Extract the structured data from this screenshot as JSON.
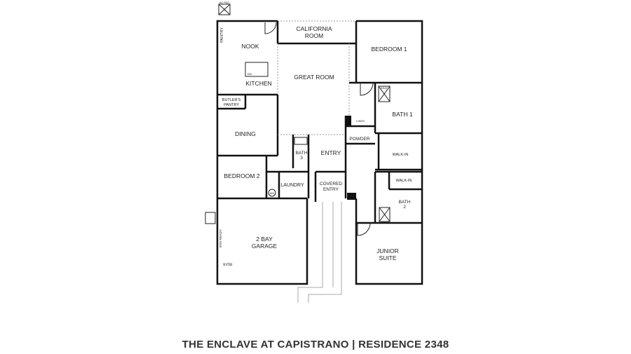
{
  "title": "THE ENCLAVE AT CAPISTRANO | RESIDENCE 2348",
  "rooms": {
    "california_room": [
      "CALIFORNIA",
      "ROOM"
    ],
    "nook": "NOOK",
    "kitchen": "KITCHEN",
    "great_room": "GREAT ROOM",
    "bedroom_1": "BEDROOM 1",
    "bath_1": "BATH 1",
    "butlers_pantry": [
      "BUTLER'S",
      "PANTRY"
    ],
    "dining": "DINING",
    "bath_3": [
      "BATH",
      "3"
    ],
    "entry": "ENTRY",
    "powder": "POWDER",
    "walk_in_1": "WALK-IN",
    "bedroom_2": "BEDROOM 2",
    "laundry": "LAUNDRY",
    "covered_entry": [
      "COVERED",
      "ENTRY"
    ],
    "walk_in_2": "WALK-IN",
    "bath_2": [
      "BATH",
      "2"
    ],
    "garage": [
      "2 BAY",
      "GARAGE"
    ],
    "junior_suite": [
      "JUNIOR",
      "SUITE"
    ]
  },
  "annotations": {
    "ac_pad": "A/C PAD",
    "pantry": "PANTRY",
    "linen": "LINEN",
    "seat": "SEAT",
    "dw": "DW",
    "wh": "WH",
    "ess_ready": "ESS READY",
    "evse": "EVSE"
  }
}
